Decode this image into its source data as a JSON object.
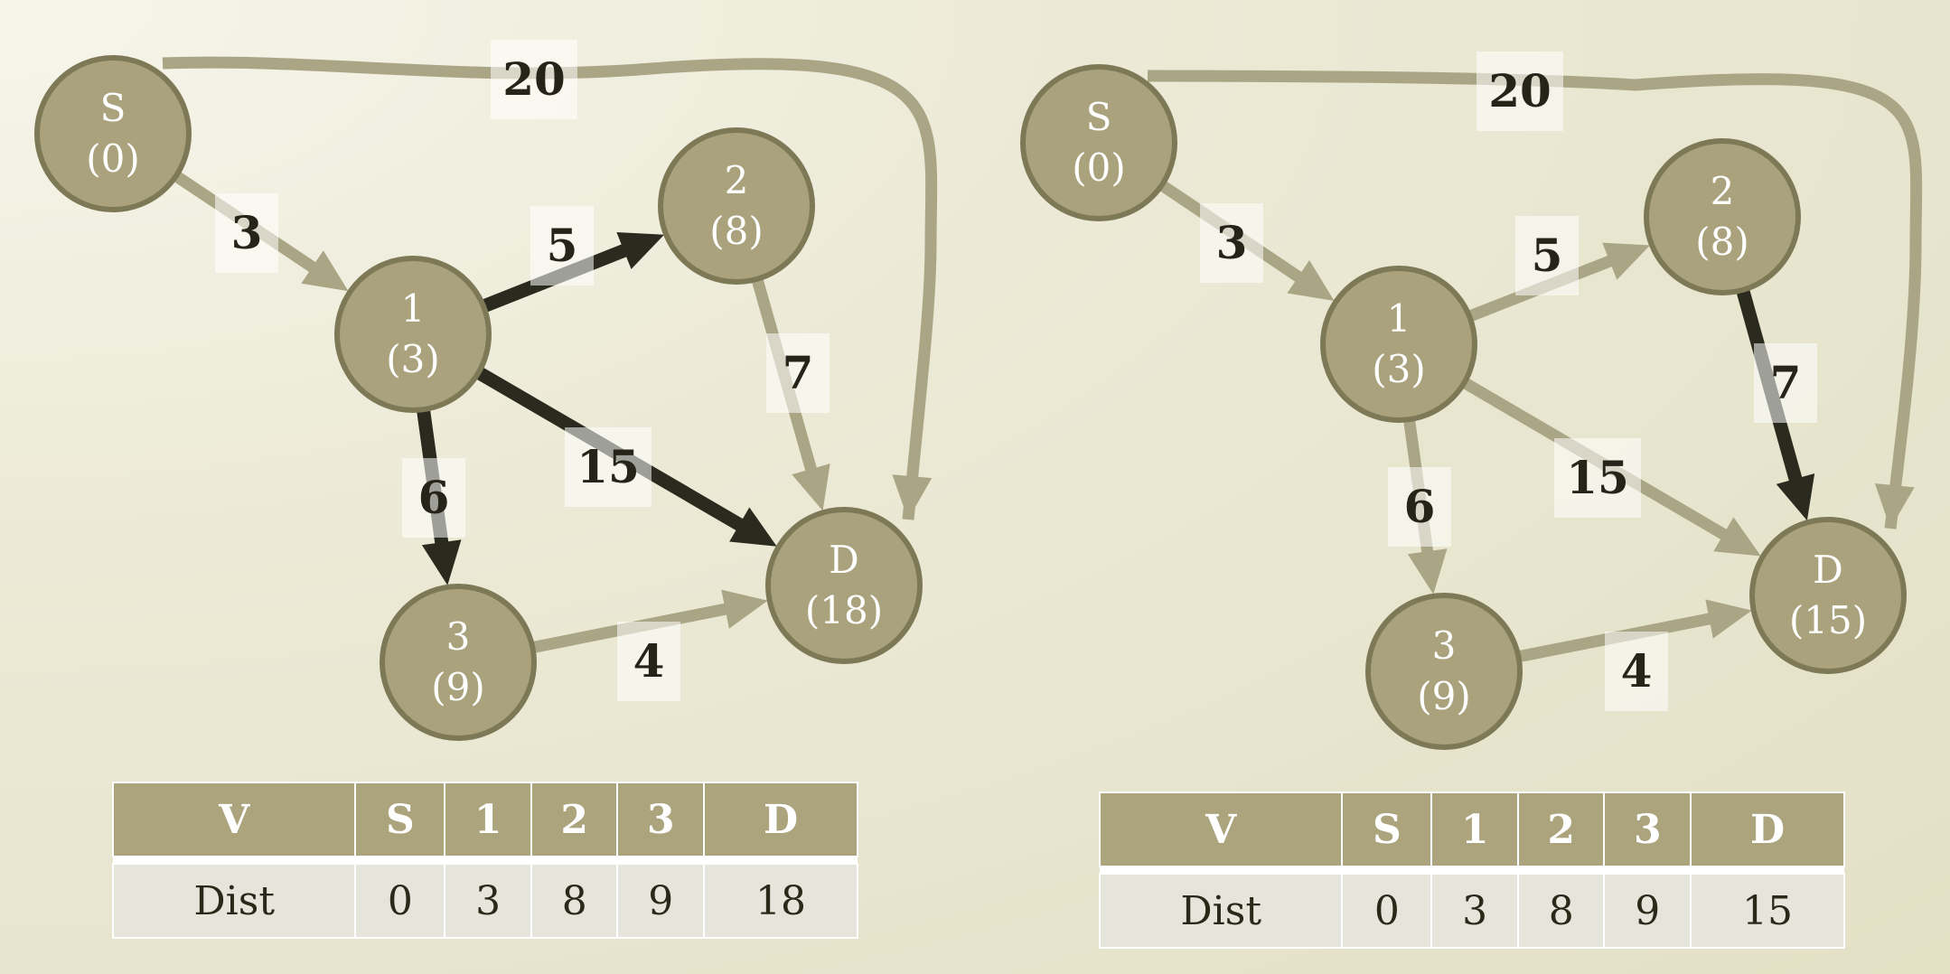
{
  "colors": {
    "node_fill": "#a9a27c",
    "node_stroke": "#7d7856",
    "edge_default": "#aaa585",
    "edge_highlight": "#2b2a1e",
    "table_header": "#aba47d",
    "table_body": "#e6e5dc"
  },
  "graphs": [
    {
      "nodes": [
        {
          "id": "S",
          "name": "S",
          "dist": "(0)"
        },
        {
          "id": "1",
          "name": "1",
          "dist": "(3)"
        },
        {
          "id": "2",
          "name": "2",
          "dist": "(8)"
        },
        {
          "id": "3",
          "name": "3",
          "dist": "(9)"
        },
        {
          "id": "D",
          "name": "D",
          "dist": "(18)"
        }
      ],
      "edges": [
        {
          "from": "S",
          "to": "1",
          "weight": "3",
          "highlight": false
        },
        {
          "from": "S",
          "to": "D",
          "weight": "20",
          "highlight": false
        },
        {
          "from": "1",
          "to": "2",
          "weight": "5",
          "highlight": true
        },
        {
          "from": "1",
          "to": "3",
          "weight": "6",
          "highlight": true
        },
        {
          "from": "1",
          "to": "D",
          "weight": "15",
          "highlight": true
        },
        {
          "from": "2",
          "to": "D",
          "weight": "7",
          "highlight": false
        },
        {
          "from": "3",
          "to": "D",
          "weight": "4",
          "highlight": false
        }
      ],
      "table": {
        "headers": [
          "V",
          "S",
          "1",
          "2",
          "3",
          "D"
        ],
        "row": [
          "Dist",
          "0",
          "3",
          "8",
          "9",
          "18"
        ]
      }
    },
    {
      "nodes": [
        {
          "id": "S",
          "name": "S",
          "dist": "(0)"
        },
        {
          "id": "1",
          "name": "1",
          "dist": "(3)"
        },
        {
          "id": "2",
          "name": "2",
          "dist": "(8)"
        },
        {
          "id": "3",
          "name": "3",
          "dist": "(9)"
        },
        {
          "id": "D",
          "name": "D",
          "dist": "(15)"
        }
      ],
      "edges": [
        {
          "from": "S",
          "to": "1",
          "weight": "3",
          "highlight": false
        },
        {
          "from": "S",
          "to": "D",
          "weight": "20",
          "highlight": false
        },
        {
          "from": "1",
          "to": "2",
          "weight": "5",
          "highlight": false
        },
        {
          "from": "1",
          "to": "3",
          "weight": "6",
          "highlight": false
        },
        {
          "from": "1",
          "to": "D",
          "weight": "15",
          "highlight": false
        },
        {
          "from": "2",
          "to": "D",
          "weight": "7",
          "highlight": true
        },
        {
          "from": "3",
          "to": "D",
          "weight": "4",
          "highlight": false
        }
      ],
      "table": {
        "headers": [
          "V",
          "S",
          "1",
          "2",
          "3",
          "D"
        ],
        "row": [
          "Dist",
          "0",
          "3",
          "8",
          "9",
          "15"
        ]
      }
    }
  ]
}
